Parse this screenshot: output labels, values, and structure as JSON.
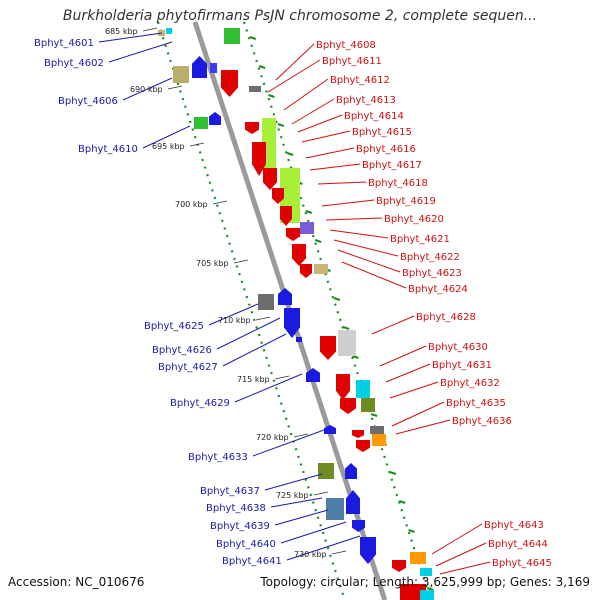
{
  "title": "Burkholderia phytofirmans PsJN chromosome 2, complete sequen...",
  "footer": {
    "accession": "Accession: NC_010676",
    "topology": "Topology: circular; Length: 3,625,999 bp; Genes: 3,169"
  },
  "colors": {
    "backbone": "#9a9a9a",
    "left_label": "#1a1aa8",
    "right_label": "#d01010",
    "ruler_dots": "#1d8a1d"
  },
  "scale_labels": [
    "685 kbp",
    "690 kbp",
    "695 kbp",
    "700 kbp",
    "705 kbp",
    "710 kbp",
    "715 kbp",
    "720 kbp",
    "725 kbp",
    "730 kbp"
  ],
  "left_genes": [
    "Bphyt_4601",
    "Bphyt_4602",
    "Bphyt_4606",
    "Bphyt_4610",
    "Bphyt_4625",
    "Bphyt_4626",
    "Bphyt_4627",
    "Bphyt_4629",
    "Bphyt_4633",
    "Bphyt_4637",
    "Bphyt_4638",
    "Bphyt_4639",
    "Bphyt_4640",
    "Bphyt_4641"
  ],
  "right_genes": [
    "Bphyt_4608",
    "Bphyt_4611",
    "Bphyt_4612",
    "Bphyt_4613",
    "Bphyt_4614",
    "Bphyt_4615",
    "Bphyt_4616",
    "Bphyt_4617",
    "Bphyt_4618",
    "Bphyt_4619",
    "Bphyt_4620",
    "Bphyt_4621",
    "Bphyt_4622",
    "Bphyt_4623",
    "Bphyt_4624",
    "Bphyt_4628",
    "Bphyt_4630",
    "Bphyt_4631",
    "Bphyt_4632",
    "Bphyt_4635",
    "Bphyt_4636",
    "Bphyt_4643",
    "Bphyt_4644",
    "Bphyt_4645"
  ]
}
